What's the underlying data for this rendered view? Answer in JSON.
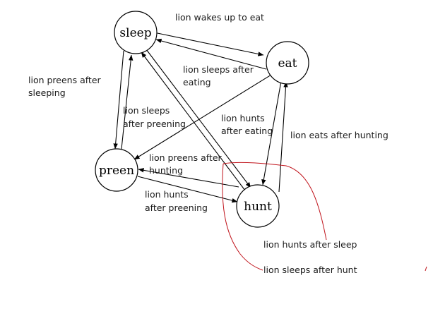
{
  "nodes": {
    "sleep": "sleep",
    "eat": "eat",
    "preen": "preen",
    "hunt": "hunt"
  },
  "edge_labels": {
    "lion_wakes_up_to_eat": "lion wakes up to eat",
    "lion_preens_after_sleeping_1": "lion preens after",
    "lion_preens_after_sleeping_2": "sleeping",
    "lion_sleeps_after_eating_1": "lion sleeps after",
    "lion_sleeps_after_eating_2": "eating",
    "lion_sleeps_after_preening_1": "lion sleeps",
    "lion_sleeps_after_preening_2": "after preening",
    "lion_hunts_after_eating_1": "lion hunts",
    "lion_hunts_after_eating_2": "after eating",
    "lion_eats_after_hunting": "lion eats after hunting",
    "lion_preens_after_hunting_1": "lion preens after",
    "lion_preens_after_hunting_2": "hunting",
    "lion_hunts_after_preening_1": "lion hunts",
    "lion_hunts_after_preening_2": "after preening",
    "lion_hunts_after_sleep": "lion hunts after sleep",
    "lion_sleeps_after_hunt": "lion sleeps after hunt"
  },
  "colors": {
    "stroke": "#000000",
    "annotation": "#c0141c"
  }
}
